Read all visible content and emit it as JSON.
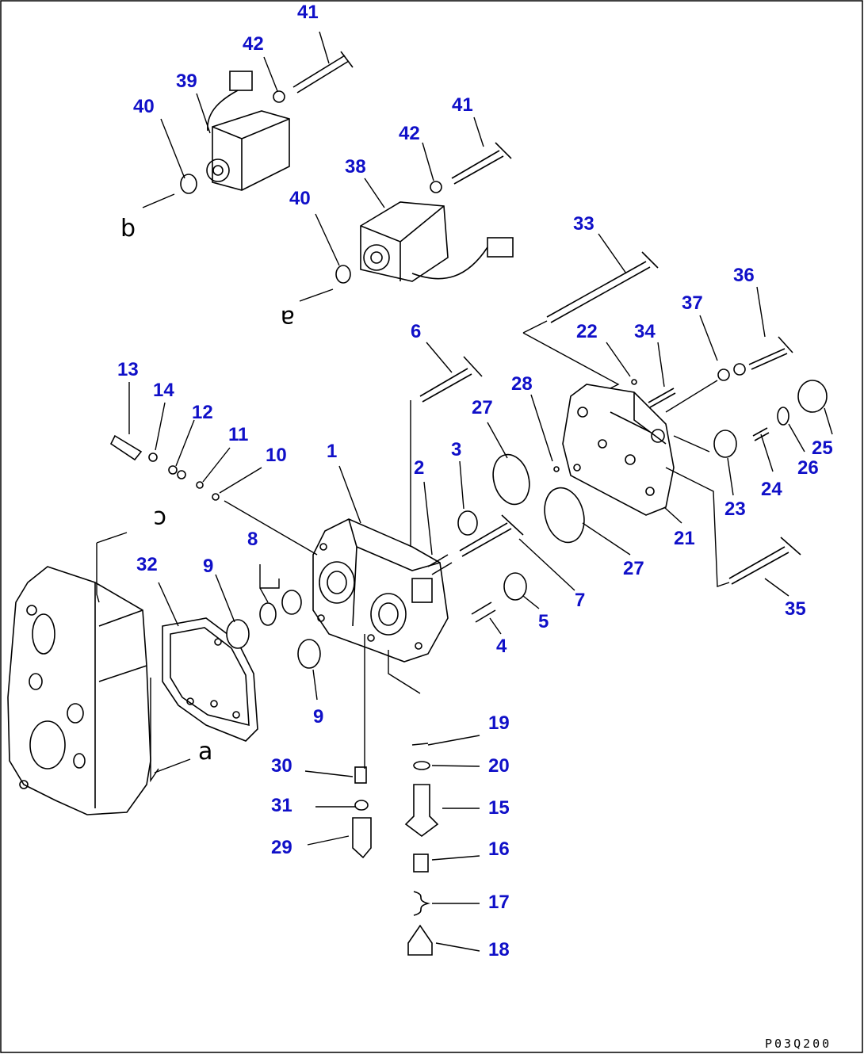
{
  "diagram": {
    "drawing_code": "P03Q200",
    "reference_letters": [
      "b",
      "a",
      "c",
      "a"
    ],
    "callouts": [
      "41",
      "42",
      "39",
      "40",
      "41",
      "42",
      "38",
      "40",
      "33",
      "36",
      "37",
      "22",
      "34",
      "6",
      "28",
      "13",
      "14",
      "12",
      "11",
      "10",
      "27",
      "3",
      "2",
      "1",
      "8",
      "9",
      "32",
      "25",
      "26",
      "24",
      "23",
      "21",
      "27",
      "7",
      "5",
      "4",
      "9",
      "35",
      "19",
      "20",
      "30",
      "31",
      "15",
      "29",
      "16",
      "17",
      "18"
    ]
  }
}
